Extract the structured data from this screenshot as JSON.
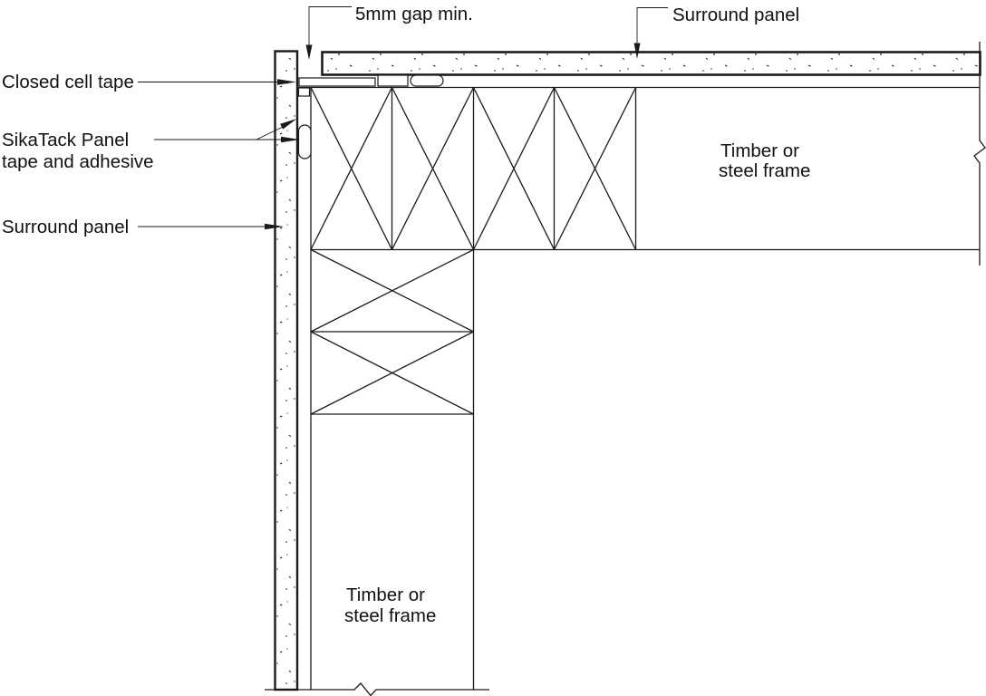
{
  "drawing": {
    "type": "construction-detail-section",
    "labels": {
      "gap_min": "5mm gap min.",
      "surround_panel_top": "Surround panel",
      "closed_cell_tape": "Closed cell tape",
      "sikatack_line1": "SikaTack Panel",
      "sikatack_line2": "tape and adhesive",
      "surround_panel_left": "Surround panel",
      "timber_frame_right_line1": "Timber or",
      "timber_frame_right_line2": "steel frame",
      "timber_frame_bottom_line1": "Timber or",
      "timber_frame_bottom_line2": "steel frame"
    },
    "colors": {
      "line": "#1a1a1a",
      "background": "#ffffff"
    }
  }
}
